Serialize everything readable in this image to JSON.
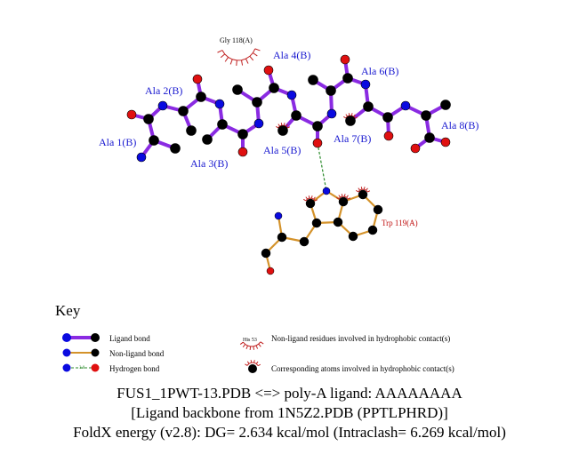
{
  "ligand_residues": [
    "Ala 1(B)",
    "Ala 2(B)",
    "Ala 3(B)",
    "Ala 4(B)",
    "Ala 5(B)",
    "Ala 6(B)",
    "Ala 7(B)",
    "Ala 8(B)"
  ],
  "nonligand_residues": {
    "gly": "Gly 118(A)",
    "trp": "Trp 119(A)"
  },
  "key": {
    "title": "Key",
    "ligand_bond": "Ligand bond",
    "nonligand_bond": "Non-ligand bond",
    "hydrogen_bond": "Hydrogen bond",
    "hbond_sample_distance": "3.0",
    "example_residue": "His 53",
    "hydrophobic_residues": "Non-ligand residues involved in hydrophobic contact(s)",
    "hydrophobic_atoms": "Corresponding atoms involved in hydrophobic contact(s)"
  },
  "caption": {
    "line1": "FUS1_1PWT-13.PDB <=> poly-A ligand: AAAAAAAA",
    "line2": "[Ligand backbone from 1N5Z2.PDB (PPTLPHRD)]",
    "line3": "FoldX energy (v2.8): DG= 2.634 kcal/mol (Intraclash= 6.269 kcal/mol)"
  },
  "colors": {
    "ligand_bond": "#8a2be2",
    "nonligand_bond": "#d4922a",
    "hbond": "#2a8a2a",
    "carbon": "#000000",
    "nitrogen": "#0a0ae0",
    "oxygen": "#e01010",
    "hydrophobic": "#c02020"
  }
}
